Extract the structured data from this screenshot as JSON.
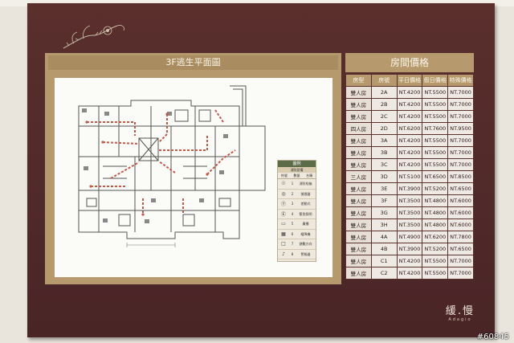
{
  "floor_plan": {
    "title": "3F逃生平面圖",
    "legend": {
      "title": "圖例",
      "subtitle": "消防設備",
      "header": [
        "符號",
        "數量",
        "名稱"
      ],
      "rows": [
        {
          "symbol": "☉",
          "count": "1",
          "name": "消防栓箱"
        },
        {
          "symbol": "◎",
          "count": "2",
          "name": "偵煙器"
        },
        {
          "symbol": "Ⓣ",
          "count": "3",
          "name": "差動式"
        },
        {
          "symbol": "Ⓔ",
          "count": "4",
          "name": "緊急照明"
        },
        {
          "symbol": "▭",
          "count": "5",
          "name": "廣播"
        },
        {
          "symbol": "▦",
          "count": "6",
          "name": "緩降機"
        },
        {
          "symbol": "□",
          "count": "7",
          "name": "避難方向"
        },
        {
          "symbol": "♪",
          "count": "8",
          "name": "警報器"
        }
      ]
    }
  },
  "price_list": {
    "title": "房間價格",
    "columns": [
      "房型",
      "房號",
      "平日價格",
      "假日價格",
      "特殊價格"
    ],
    "rows": [
      [
        "雙人房",
        "2A",
        "NT.4200",
        "NT.5500",
        "NT.7000"
      ],
      [
        "雙人房",
        "2B",
        "NT.4200",
        "NT.5500",
        "NT.7000"
      ],
      [
        "雙人房",
        "2C",
        "NT.4200",
        "NT.5500",
        "NT.7000"
      ],
      [
        "四人房",
        "2D",
        "NT.6200",
        "NT.7600",
        "NT.9500"
      ],
      [
        "雙人房",
        "3A",
        "NT.4200",
        "NT.5500",
        "NT.7000"
      ],
      [
        "雙人房",
        "3B",
        "NT.4200",
        "NT.5500",
        "NT.7000"
      ],
      [
        "雙人房",
        "3C",
        "NT.4200",
        "NT.5500",
        "NT.7000"
      ],
      [
        "三人房",
        "3D",
        "NT.5100",
        "NT.6500",
        "NT.8500"
      ],
      [
        "雙人房",
        "3E",
        "NT.3900",
        "NT.5200",
        "NT.6500"
      ],
      [
        "雙人房",
        "3F",
        "NT.3500",
        "NT.4800",
        "NT.6000"
      ],
      [
        "雙人房",
        "3G",
        "NT.3500",
        "NT.4800",
        "NT.6000"
      ],
      [
        "雙人房",
        "3H",
        "NT.3500",
        "NT.4800",
        "NT.6000"
      ],
      [
        "雙人房",
        "4A",
        "NT.4900",
        "NT.6200",
        "NT.7800"
      ],
      [
        "雙人房",
        "4B",
        "NT.3900",
        "NT.5200",
        "NT.6500"
      ],
      [
        "雙人房",
        "C1",
        "NT.4200",
        "NT.5500",
        "NT.7000"
      ],
      [
        "雙人房",
        "C2",
        "NT.4200",
        "NT.5500",
        "NT.7000"
      ]
    ]
  },
  "logo": {
    "main": "緩.慢",
    "sub": "Adagio"
  },
  "watermark": "#60845",
  "colors": {
    "board": "#50292a",
    "gold": "#b69a6d",
    "route": "#c25a4a"
  }
}
